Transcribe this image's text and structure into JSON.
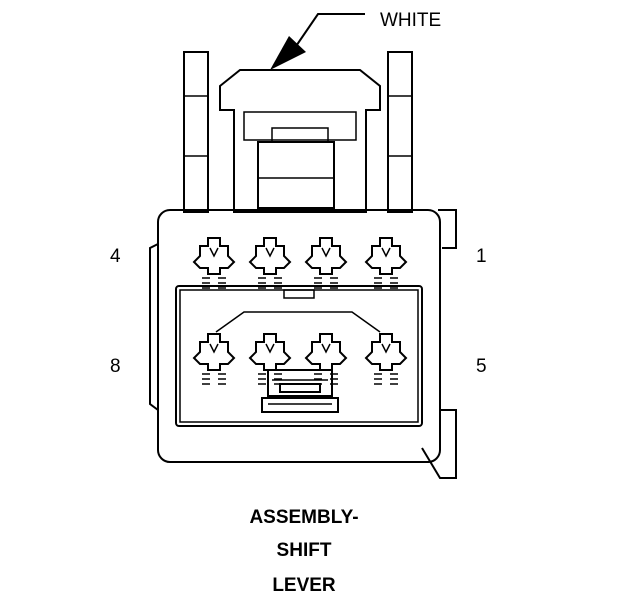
{
  "callout": {
    "color_label": "WHITE"
  },
  "pins": {
    "top_left": "4",
    "top_right": "1",
    "bottom_left": "8",
    "bottom_right": "5"
  },
  "title": {
    "line1": "ASSEMBLY-",
    "line2": "SHIFT",
    "line3": "LEVER"
  }
}
